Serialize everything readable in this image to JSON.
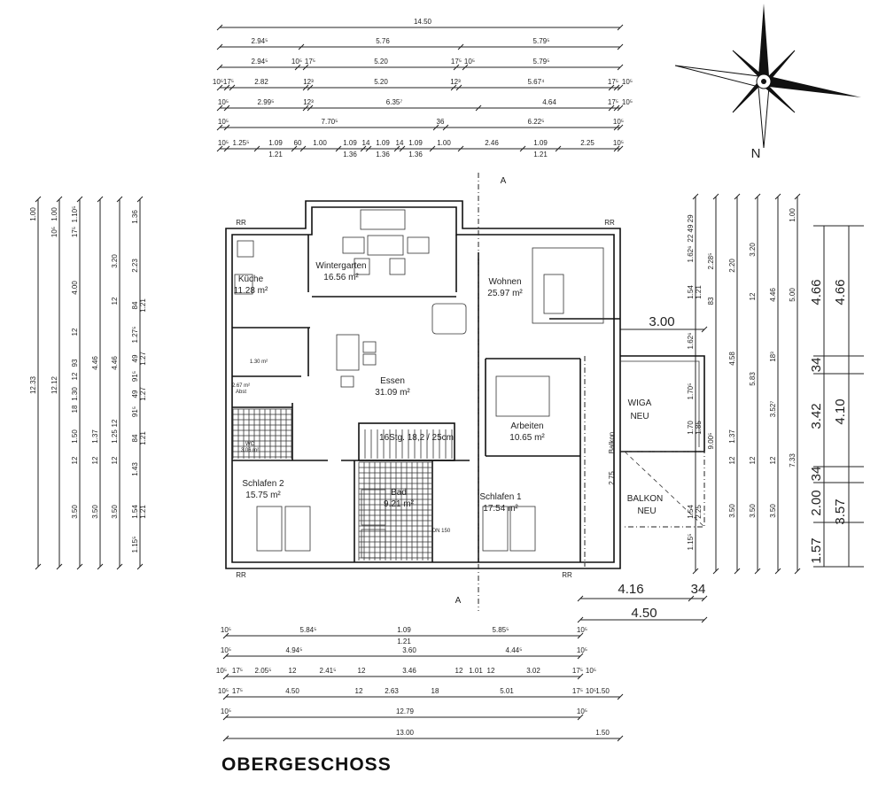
{
  "title": "OBERGESCHOSS",
  "rooms": {
    "kueche": {
      "name": "Küche",
      "area": "11.28 m²"
    },
    "wintergarten": {
      "name": "Wintergarten",
      "area": "16.56 m²"
    },
    "wohnen": {
      "name": "Wohnen",
      "area": "25.97 m²"
    },
    "essen": {
      "name": "Essen",
      "area": "31.09 m²"
    },
    "arbeiten": {
      "name": "Arbeiten",
      "area": "10.65 m²"
    },
    "schlafen2": {
      "name": "Schlafen 2",
      "area": "15.75 m²"
    },
    "bad": {
      "name": "Bad",
      "area": "9.21 m²"
    },
    "schlafen1": {
      "name": "Schlafen 1",
      "area": "17.54 m²"
    },
    "abst": {
      "name": "Abst",
      "area": "2.67 m²"
    },
    "wc": {
      "name": "WC",
      "area": "3.06 m²"
    },
    "hall_small": {
      "area": "1.30 m²"
    },
    "balkon": {
      "name": "Balkon"
    },
    "wiga_neu": {
      "line1": "WIGA",
      "line2": "NEU"
    },
    "balkon_neu": {
      "line1": "BALKON",
      "line2": "NEU"
    }
  },
  "stair": "16Stg. 18,2 / 25cm",
  "drain": "DN 150",
  "compass_label": "N",
  "section_marker": "A",
  "rr_label": "RR",
  "dims": {
    "top": [
      [
        "14.50"
      ],
      [
        "2.94⁵",
        "5.76",
        "5.79⁵"
      ],
      [
        "2.94⁵",
        "10⁵",
        "17⁵",
        "5.20",
        "17⁵",
        "10⁵",
        "5.79⁵"
      ],
      [
        "10⁵",
        "17⁵",
        "2.82",
        "12³",
        "5.20",
        "12³",
        "5.67⁴",
        "17⁵",
        "10⁵"
      ],
      [
        "10⁵",
        "2.99⁵",
        "12³",
        "6.35⁷",
        "4.64",
        "17⁵",
        "10⁵"
      ],
      [
        "10⁵",
        "7.70⁵",
        "36",
        "6.22⁵",
        "10⁵"
      ],
      [
        "10⁵",
        "1.25⁵",
        "1.09",
        "1.21",
        "60",
        "1.00",
        "1.09",
        "1.36",
        "14",
        "1.09",
        "1.36",
        "14",
        "1.09",
        "1.36",
        "1.00",
        "2.46",
        "1.09",
        "1.21",
        "2.25",
        "10⁵"
      ]
    ],
    "bottom": [
      [
        "10⁵",
        "5.84⁵",
        "1.09",
        "1.21",
        "5.85⁵",
        "10⁵"
      ],
      [
        "10⁵",
        "4.94⁵",
        "3.60",
        "4.44⁵",
        "10⁵"
      ],
      [
        "10⁵",
        "17⁵",
        "2.05⁵",
        "12",
        "2.41⁵",
        "12",
        "3.46",
        "12",
        "1.01",
        "12",
        "3.02",
        "17⁵",
        "10⁵"
      ],
      [
        "10⁵",
        "17⁵",
        "4.50",
        "12",
        "2.63",
        "18",
        "5.01",
        "17⁵",
        "10⁵",
        "1.50"
      ],
      [
        "10⁵",
        "12.79",
        "10⁵"
      ],
      [
        "13.00",
        "1.50"
      ]
    ],
    "left": [
      [
        "1.00",
        "12.33"
      ],
      [
        "1.00",
        "10⁵",
        "12.12"
      ],
      [
        "1.10⁵",
        "17⁵",
        "4.00",
        "12",
        "93",
        "12",
        "1.30",
        "18",
        "1.50",
        "12",
        "3.50"
      ],
      [
        "4.46",
        "1.37",
        "12",
        "3.50"
      ],
      [
        "3.20",
        "12",
        "4.46",
        "12",
        "1.25",
        "12",
        "3.50"
      ],
      [
        "1.36",
        "2.23",
        "84",
        "1.21",
        "1.27⁵",
        "49",
        "1.27",
        "91⁵",
        "49",
        "1.27",
        "91⁵",
        "84",
        "1.21",
        "1.43",
        "1.54",
        "1.21",
        "1.15⁵"
      ]
    ],
    "right": [
      [
        "22 49 29",
        "1.62⁶",
        "1.54",
        "1.21",
        "1.62⁶",
        "1.70⁵",
        "1.70",
        "1.85",
        "1.54",
        "2.25",
        "1.15⁵"
      ],
      [
        "2.28⁵",
        "83",
        "9.00⁵"
      ],
      [
        "2.20",
        "4.58",
        "1.37",
        "12",
        "3.50"
      ],
      [
        "3.20",
        "12",
        "5.83",
        "12",
        "3.50"
      ],
      [
        "4.46",
        "18³",
        "3.52⁷",
        "12",
        "3.50"
      ],
      [
        "1.00",
        "5.00",
        "7.33"
      ]
    ],
    "balkon_width": "2.75",
    "ext": [
      "3.00",
      "4.16",
      "34",
      "4.50"
    ],
    "big": [
      "4.66",
      "4.66",
      "34",
      "3.42",
      "4.10",
      "34",
      "2.00",
      "3.57",
      "1.57"
    ]
  }
}
